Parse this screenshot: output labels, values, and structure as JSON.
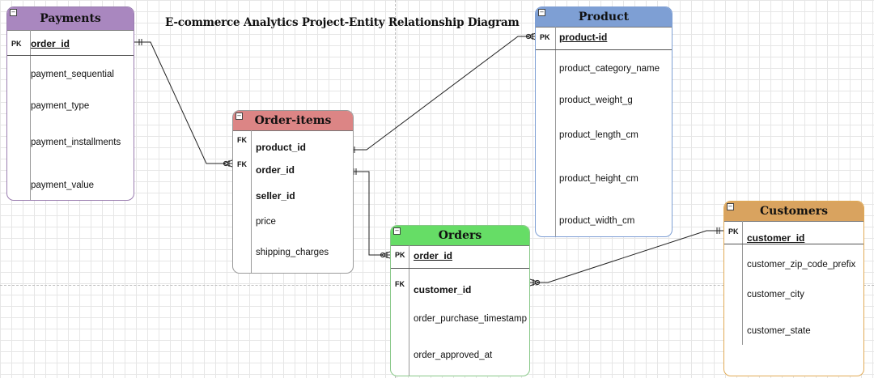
{
  "title": "E-commerce Analytics Project-Entity Relationship Diagram",
  "icons": {
    "collapse": "minus-icon"
  },
  "entities": {
    "payments": {
      "name": "Payments",
      "color": "#a987bf",
      "border": "#9a7db0",
      "pk_label": "PK",
      "key": "order_id",
      "fields": [
        "payment_sequential",
        "payment_type",
        "payment_installments",
        "payment_value"
      ]
    },
    "order_items": {
      "name": "Order-items",
      "color": "#dc8585",
      "border": "#9a9a9a",
      "fk1_label": "FK",
      "fk2_label": "FK",
      "fields": [
        "product_id",
        "order_id",
        "seller_id",
        "price",
        "shipping_charges"
      ]
    },
    "product": {
      "name": "Product",
      "color": "#7e9fd4",
      "border": "#7e9fd4",
      "pk_label": "PK",
      "key": "product-id",
      "fields": [
        "product_category_name",
        "product_weight_g",
        "product_length_cm",
        "product_height_cm",
        "product_width_cm"
      ]
    },
    "orders": {
      "name": "Orders",
      "color": "#66dd66",
      "border": "#88c888",
      "pk_label": "PK",
      "fk_label": "FK",
      "key": "order_id",
      "fields": [
        "customer_id",
        "order_purchase_timestamp",
        "order_approved_at"
      ]
    },
    "customers": {
      "name": "Customers",
      "color": "#d9a35f",
      "border": "#e1aa55",
      "pk_label": "PK",
      "key": "customer_id",
      "fields": [
        "customer_zip_code_prefix",
        "customer_city",
        "customer_state"
      ]
    }
  }
}
